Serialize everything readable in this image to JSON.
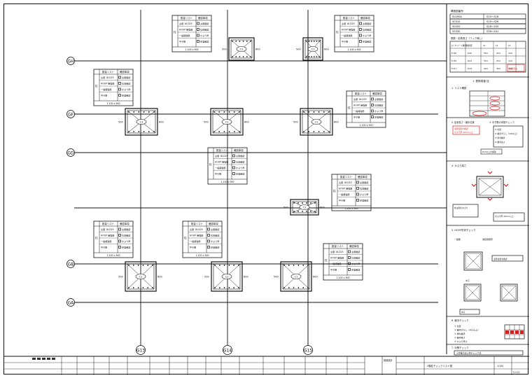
{
  "axes": {
    "rows": [
      {
        "id": "gh",
        "label": "GH"
      },
      {
        "id": "gf",
        "label": "GF"
      },
      {
        "id": "gd",
        "label": "GD"
      },
      {
        "id": "gb",
        "label": "GB"
      },
      {
        "id": "ga",
        "label": "GA"
      }
    ],
    "cols": [
      {
        "id": "g13",
        "label": "G13"
      },
      {
        "id": "g14",
        "label": "G14"
      },
      {
        "id": "g15",
        "label": "G15"
      }
    ]
  },
  "column_box": {
    "header_left": "数量リスト",
    "header_right": "確認事項",
    "rows": [
      {
        "left": "主筋 18-D25",
        "right": "主筋確認"
      },
      {
        "left": "HOOP 補強筋",
        "right": "位置確認"
      },
      {
        "left": "一般補強筋",
        "right": "かぶり厚"
      },
      {
        "left": "中子筋",
        "right": "定着確認"
      }
    ],
    "footer": "1,100 x 900",
    "side": "柱"
  },
  "column_mark": "C1",
  "dims": {
    "left": "500",
    "right": "600"
  },
  "right_panel": {
    "header": "構造図番号",
    "table": [
      [
        "S0290A",
        "S10～S18"
      ],
      [
        "S0310",
        "S19～S26"
      ],
      [
        "S0320",
        "S28～S35"
      ],
      [
        "S0330",
        "S36～S41"
      ]
    ],
    "concrete_title": "鉄筋・定着長さ（フック無し）",
    "concrete_headers": [
      "コンクリート種別",
      "鉄筋径",
      "L1",
      "L2",
      "L3"
    ],
    "concrete_rows": [
      [
        "Fc30",
        "D25",
        "35d",
        "25d",
        "10d"
      ],
      [
        "Fc30",
        "D22",
        "35d",
        "25d",
        "10d"
      ],
      [
        "Fc27",
        "D19",
        "40d",
        "30d",
        "10d"
      ]
    ],
    "red_note": "確認済み",
    "s1_title": "1. 配筋検査 柱",
    "s1_note": "1. リスト確認",
    "s2_title": "2. 定着長さ・継手位置",
    "s3_title": "3. 中子筋の本数チェック",
    "s4_title": "4. かぶり厚さ",
    "s5_title": "5. HOOP形状チェック",
    "s6_title": "6. 継手チェック",
    "s7_title": "7. 対策チェック",
    "s8_note": "※対策の記入例チェック表",
    "hoop_caption_a": "溶接閉鎖形",
    "hoop_caption_b": "一般筋",
    "hoop_caption_c": "中子",
    "corner_note": "柱主筋のかぶり",
    "box_notes": [
      "主筋位置を確認",
      "かぶり厚 40mm以上",
      "D13以上の補強"
    ],
    "item_list": [
      "① 位置",
      "② 継手ずらし（400以上）",
      "③ 重ね継手",
      "④ 継手長さ",
      "⑤ かぶり厚さ"
    ]
  },
  "title_block": {
    "drawing_title": "2階柱チェックリスト図",
    "company": "構造設計",
    "scale": "1/100",
    "number": "S-C12"
  }
}
